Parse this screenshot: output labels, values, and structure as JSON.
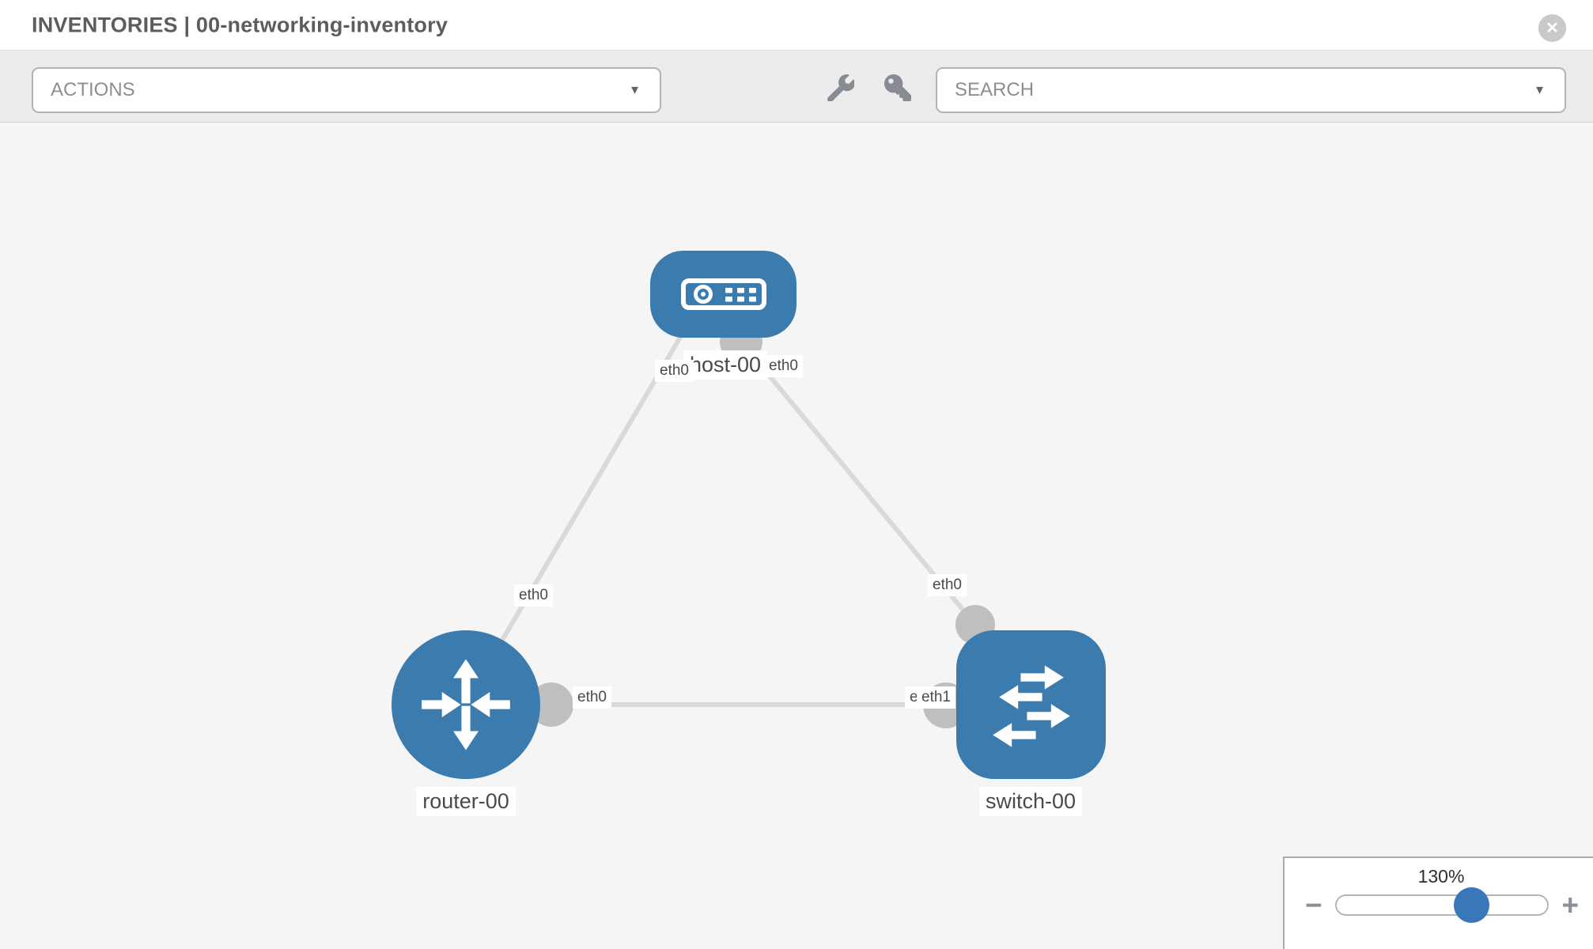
{
  "header": {
    "title": "INVENTORIES | 00-networking-inventory",
    "close_glyph": "✕"
  },
  "toolbar": {
    "actions_label": "ACTIONS",
    "search_label": "SEARCH",
    "caret_glyph": "▼"
  },
  "topology": {
    "nodes": [
      {
        "id": "host-00",
        "label": "host-00",
        "type": "host"
      },
      {
        "id": "router-00",
        "label": "router-00",
        "type": "router"
      },
      {
        "id": "switch-00",
        "label": "switch-00",
        "type": "switch"
      }
    ],
    "links": [
      {
        "source": "host-00",
        "source_if": "eth0",
        "target": "router-00",
        "target_if": "eth0"
      },
      {
        "source": "host-00",
        "source_if": "eth0",
        "target": "switch-00",
        "target_if": "eth0"
      },
      {
        "source": "router-00",
        "source_if": "eth0",
        "target": "switch-00",
        "target_if": "eth1"
      }
    ],
    "overlap_hidden_label": "eth0"
  },
  "zoom_control": {
    "level": "130%",
    "minus_glyph": "−",
    "plus_glyph": "+"
  },
  "colors": {
    "node_blue": "#3b7bad",
    "port_gray": "#bfbfbf",
    "link_gray": "#d9d9d9",
    "canvas_bg": "#f5f5f5",
    "slider_thumb_blue": "#3878b8"
  }
}
